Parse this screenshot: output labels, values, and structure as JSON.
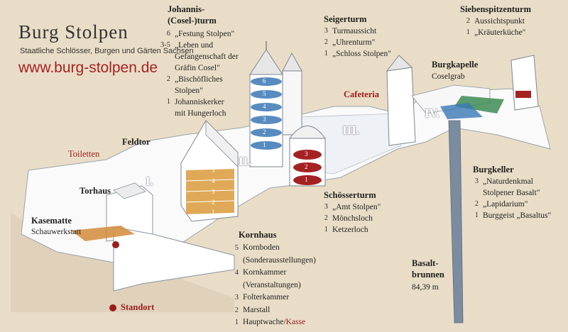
{
  "brand": {
    "title": "Burg Stolpen",
    "subtitle": "Staatliche Schlösser, Burgen und Gärten Sachsen",
    "url": "www.burg-stolpen.de"
  },
  "colors": {
    "red": "#9b1c1c",
    "tower_blue": "#3b78b6",
    "kornhaus_orange": "#d99a3a",
    "wall": "#ffffff",
    "basalt": "#7c8ca0"
  },
  "johannis": {
    "title_line1": "Johannis-",
    "title_line2": "(Cosel-)turm",
    "items": [
      {
        "num": "6",
        "text": "„Festung Stolpen\""
      },
      {
        "num": "3-5",
        "text": "„Leben und"
      },
      {
        "num": "",
        "text": "Gefangenschaft der"
      },
      {
        "num": "",
        "text": "Gräfin Cosel\""
      },
      {
        "num": "2",
        "text": "„Bischöfliches"
      },
      {
        "num": "",
        "text": "Stolpen\""
      },
      {
        "num": "1",
        "text": "Johanniskerker"
      },
      {
        "num": "",
        "text": "mit Hungerloch"
      }
    ]
  },
  "seigerturm": {
    "title": "Seigerturm",
    "items": [
      {
        "num": "3",
        "text": "Turmaussicht"
      },
      {
        "num": "2",
        "text": "„Uhrenturm\""
      },
      {
        "num": "1",
        "text": "„Schloss Stolpen\""
      }
    ]
  },
  "siebenspitzenturm": {
    "title": "Siebenspitzenturm",
    "items": [
      {
        "num": "2",
        "text": "Aussichtspunkt"
      },
      {
        "num": "1",
        "text": "„Kräuterküche\""
      }
    ]
  },
  "burgkapelle": {
    "title": "Burgkapelle",
    "sub": "Coselgrab"
  },
  "cafeteria": "Cafeteria",
  "feldtor": "Feldtor",
  "toiletten": "Toiletten",
  "torhaus": "Torhaus",
  "kasematte": {
    "title": "Kasematte",
    "sub": "Schauwerkstatt"
  },
  "burgkeller": {
    "title": "Burgkeller",
    "items": [
      {
        "num": "3",
        "text": "„Naturdenkmal"
      },
      {
        "num": "",
        "text": "Stolpener Basalt\""
      },
      {
        "num": "2",
        "text": "„Lapidarium\""
      },
      {
        "num": "1",
        "text": "Burggeist „Basaltus\""
      }
    ]
  },
  "schoesserturm": {
    "title": "Schösserturm",
    "items": [
      {
        "num": "3",
        "text": "„Amt Stolpen\""
      },
      {
        "num": "2",
        "text": "Mönchsloch"
      },
      {
        "num": "1",
        "text": "Ketzerloch"
      }
    ]
  },
  "kornhaus": {
    "title": "Kornhaus",
    "items": [
      {
        "num": "5",
        "text": "Kornboden"
      },
      {
        "num": "",
        "text": "(Sonderausstellungen)"
      },
      {
        "num": "4",
        "text": "Kornkammer"
      },
      {
        "num": "",
        "text": "(Veranstaltungen)"
      },
      {
        "num": "3",
        "text": "Folterkammer"
      },
      {
        "num": "2",
        "text": "Marstall"
      },
      {
        "num": "1",
        "text": "Hauptwache/"
      }
    ],
    "kasse": "Kasse"
  },
  "basaltbrunnen": {
    "line1": "Basalt-",
    "line2": "brunnen",
    "depth": "84,39 m"
  },
  "standort": "Standort",
  "sections": {
    "s1": "I.",
    "s2": "II.",
    "s3": "III.",
    "s4": "IV."
  },
  "tower_numbers": {
    "johannis": [
      "6",
      "5",
      "4",
      "3",
      "2",
      "1"
    ],
    "schoesser": [
      "3",
      "2",
      "1"
    ],
    "kornhaus": [
      "5",
      "4",
      "3",
      "2",
      "1"
    ]
  }
}
